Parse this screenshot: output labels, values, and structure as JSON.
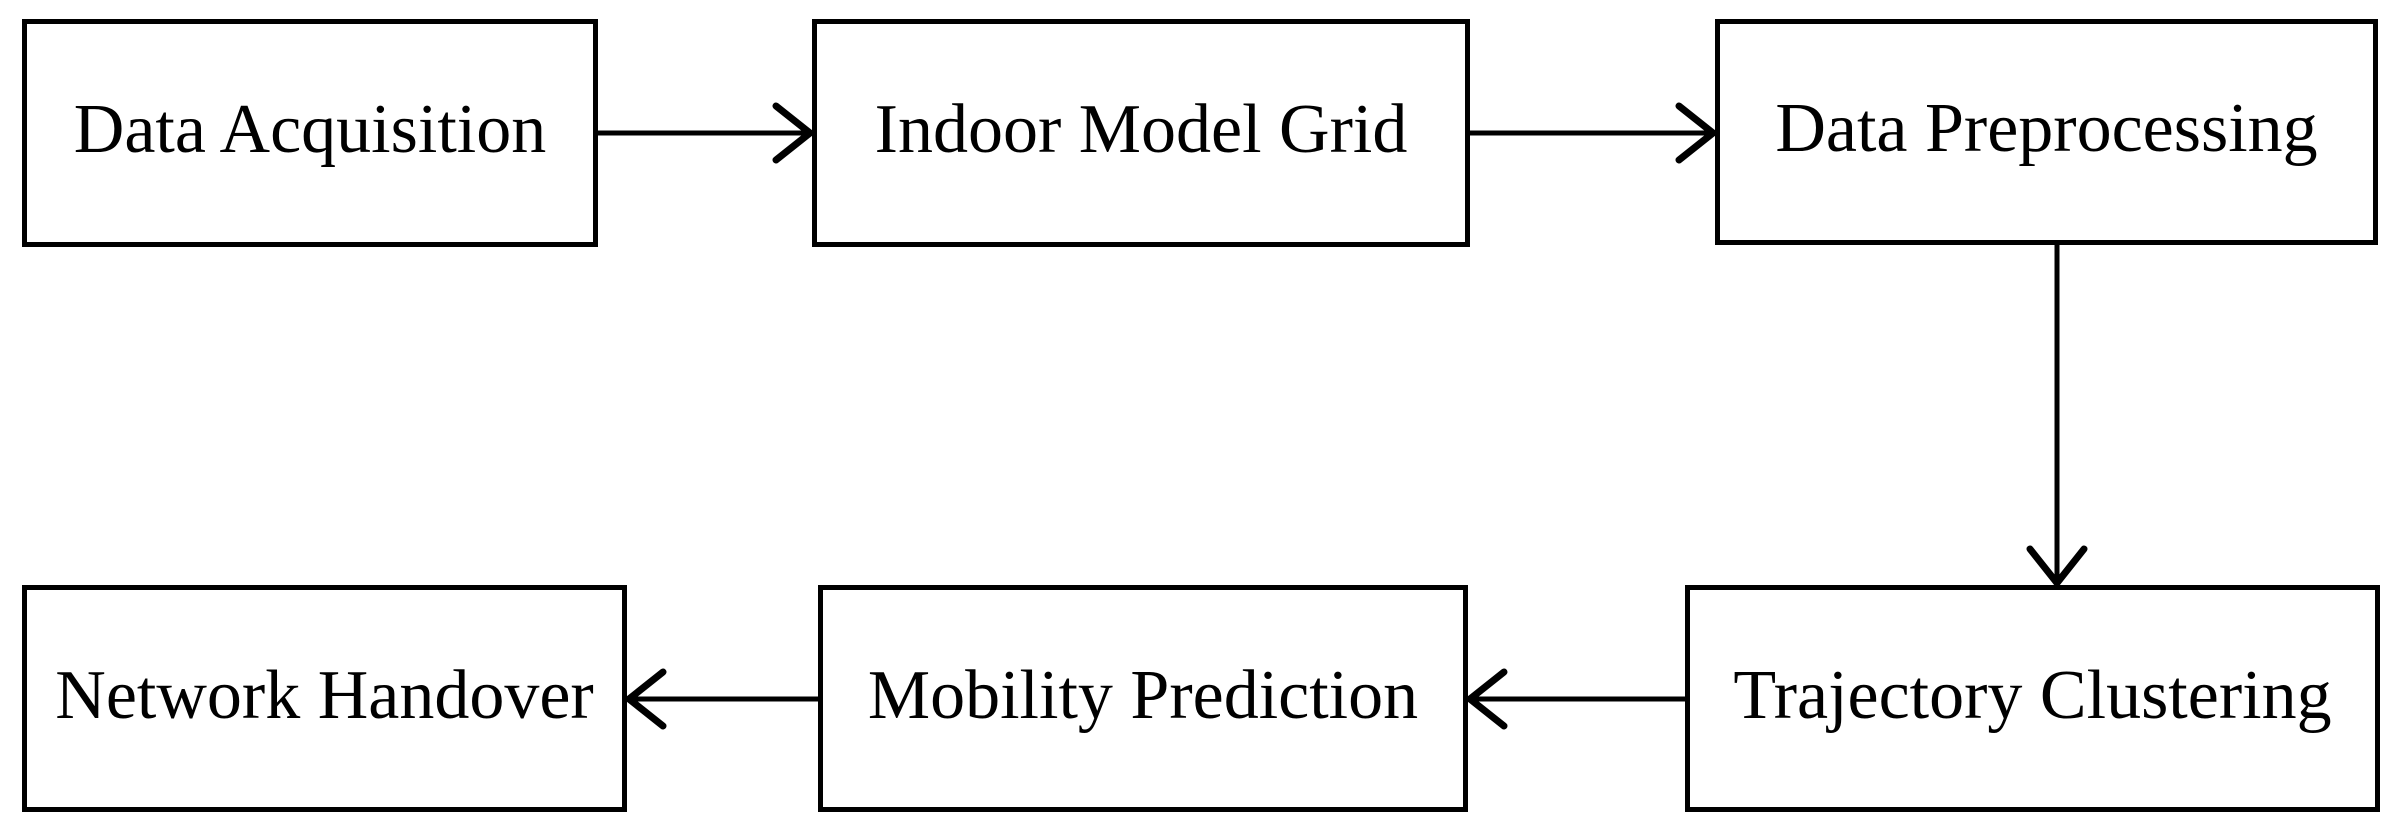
{
  "diagram_type": "flowchart",
  "colors": {
    "background": "#ffffff",
    "ink": "#000000"
  },
  "nodes": [
    {
      "id": "data-acquisition",
      "label": "Data Acquisition"
    },
    {
      "id": "indoor-model-grid",
      "label": "Indoor Model Grid"
    },
    {
      "id": "data-preprocessing",
      "label": "Data Preprocessing"
    },
    {
      "id": "network-handover",
      "label": "Network Handover"
    },
    {
      "id": "mobility-prediction",
      "label": "Mobility Prediction"
    },
    {
      "id": "trajectory-clustering",
      "label": "Trajectory Clustering"
    }
  ],
  "edges": [
    {
      "from": "data-acquisition",
      "to": "indoor-model-grid",
      "direction": "right"
    },
    {
      "from": "indoor-model-grid",
      "to": "data-preprocessing",
      "direction": "right"
    },
    {
      "from": "data-preprocessing",
      "to": "trajectory-clustering",
      "direction": "down"
    },
    {
      "from": "trajectory-clustering",
      "to": "mobility-prediction",
      "direction": "left"
    },
    {
      "from": "mobility-prediction",
      "to": "network-handover",
      "direction": "left"
    }
  ]
}
